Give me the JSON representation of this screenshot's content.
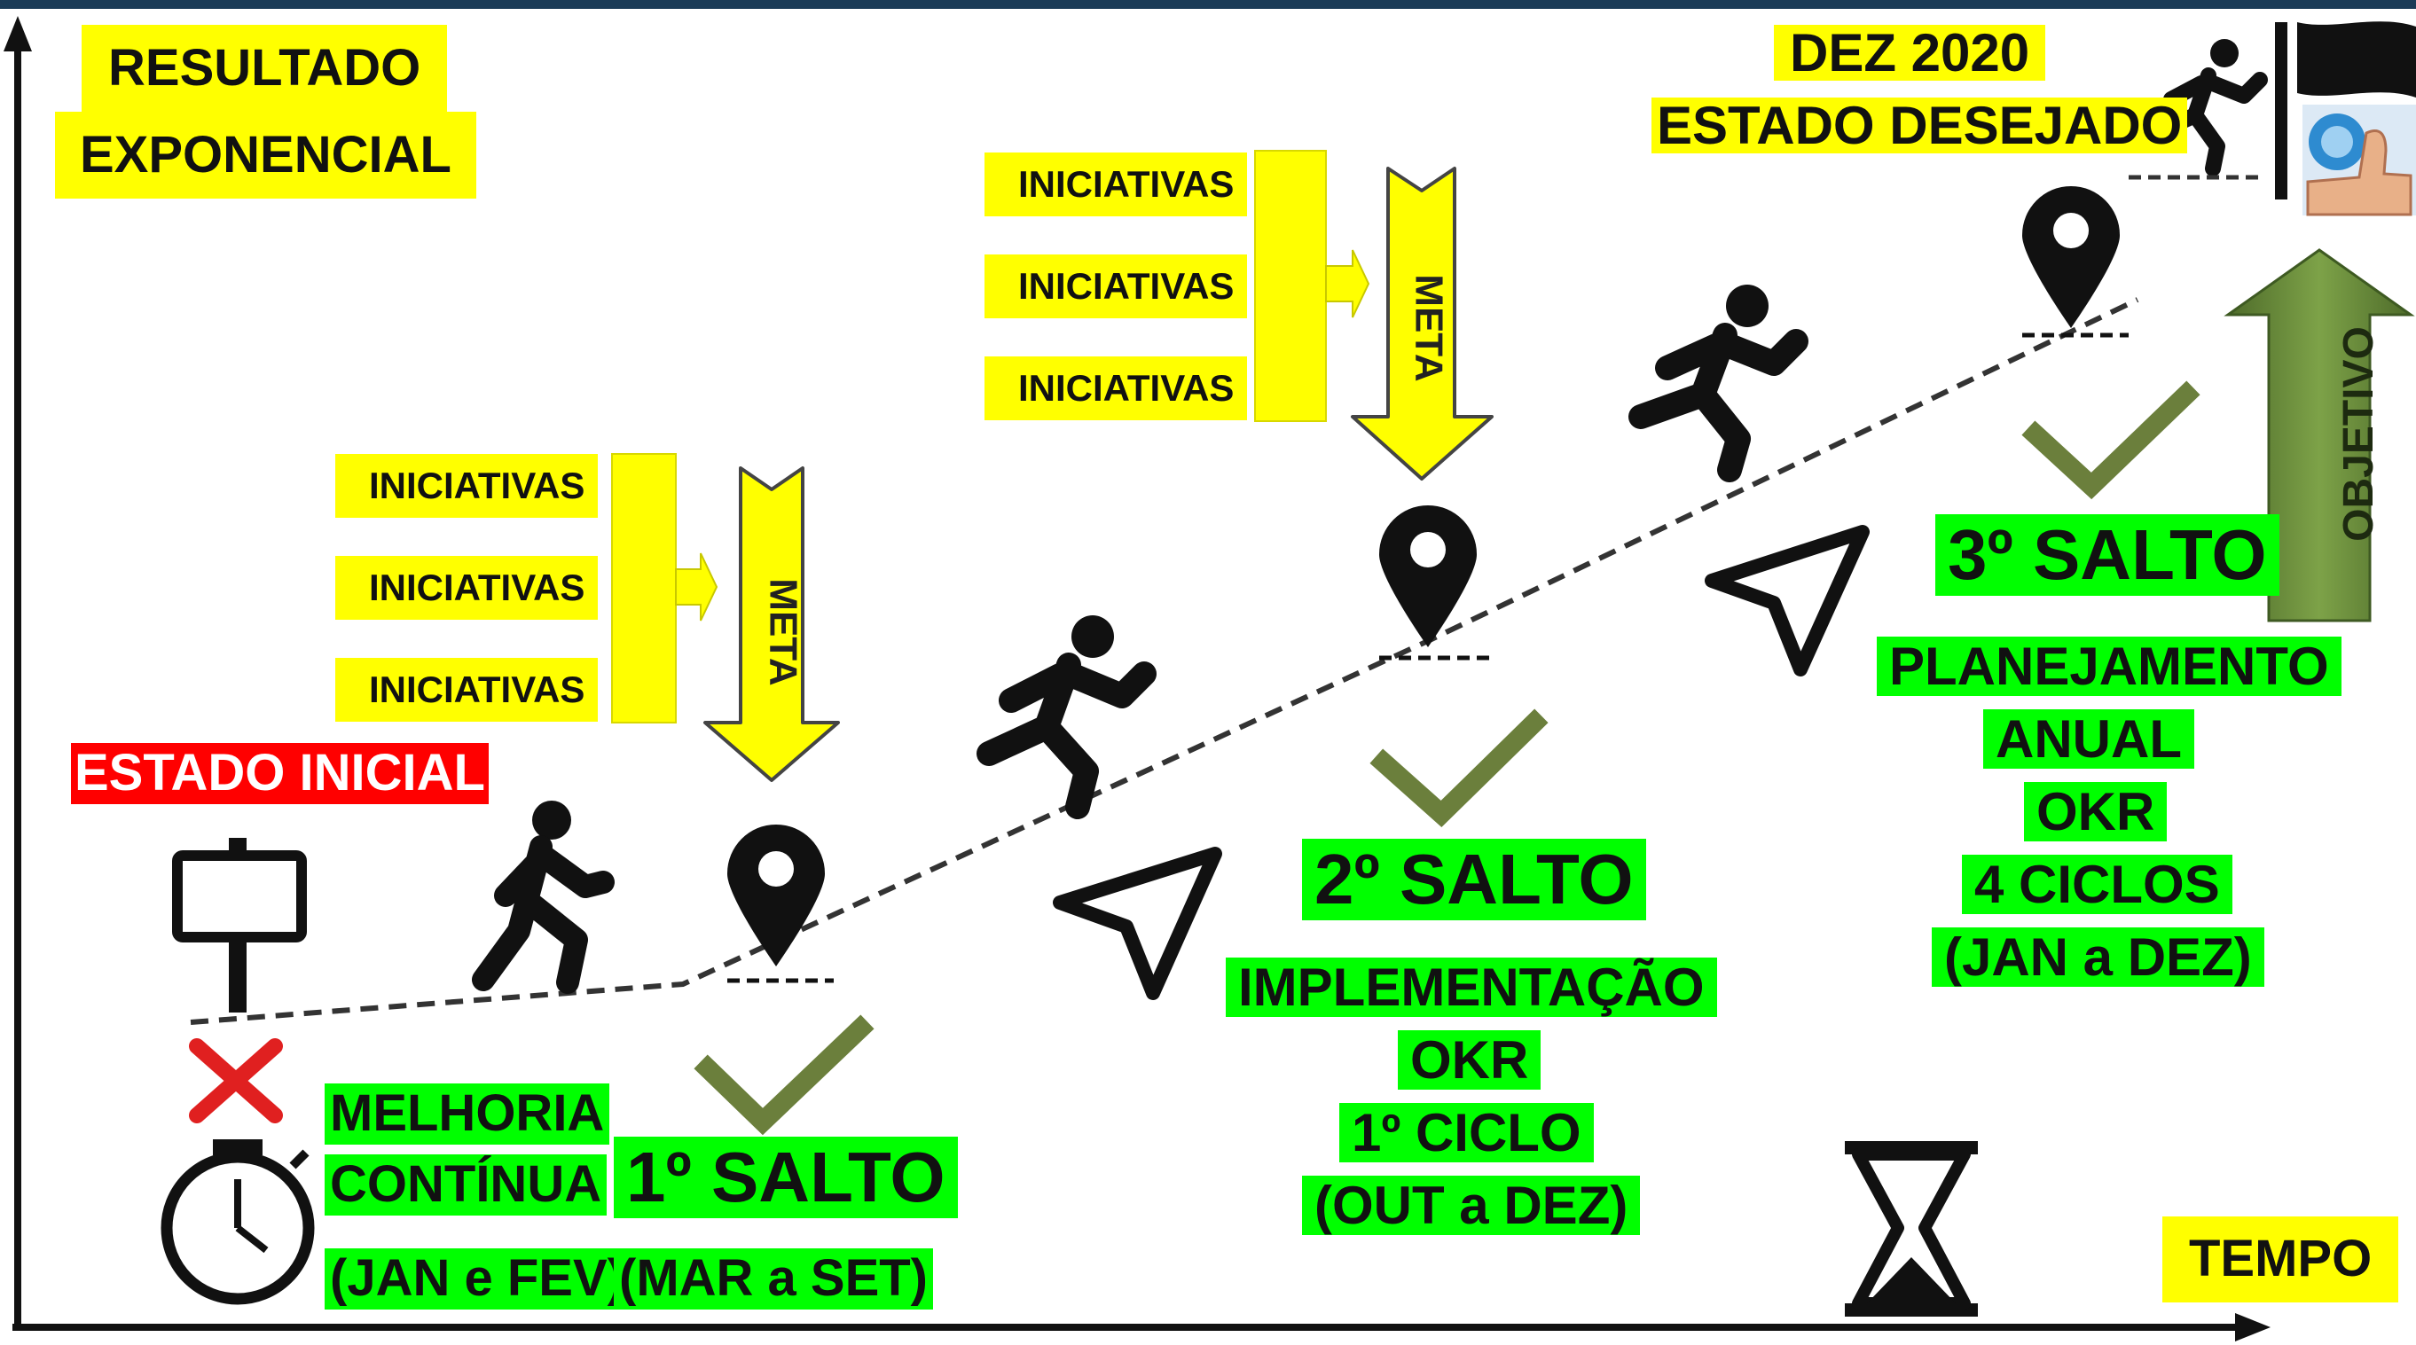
{
  "colors": {
    "highlight_yellow": "#ffff00",
    "highlight_green": "#00ff00",
    "alert_red": "#ff0000",
    "arrow_green": "#6b8e3a",
    "check_green": "#6b7f3c"
  },
  "axis": {
    "y_label_line1": "RESULTADO",
    "y_label_line2": "EXPONENCIAL",
    "x_label": "TEMPO"
  },
  "goal": {
    "date": "DEZ 2020",
    "label": "ESTADO DESEJADO",
    "objective": "OBJETIVO"
  },
  "start": {
    "label": "ESTADO INICIAL"
  },
  "phase0": {
    "title_line1": "MELHORIA",
    "title_line2": "CONTÍNUA",
    "period": "(JAN e FEV)"
  },
  "phase1": {
    "title": "1º SALTO",
    "period": "(MAR a SET)",
    "initiatives": [
      "INICIATIVAS",
      "INICIATIVAS",
      "INICIATIVAS"
    ],
    "meta": "META"
  },
  "phase2": {
    "title": "2º SALTO",
    "lines": [
      "IMPLEMENTAÇÃO",
      "OKR",
      "1º CICLO",
      "(OUT a DEZ)"
    ],
    "initiatives": [
      "INICIATIVAS",
      "INICIATIVAS",
      "INICIATIVAS"
    ],
    "meta": "META"
  },
  "phase3": {
    "title": "3º SALTO",
    "lines": [
      "PLANEJAMENTO",
      "ANUAL",
      "OKR",
      "4 CICLOS",
      "(JAN a DEZ)"
    ]
  },
  "icons": [
    "signpost-icon",
    "walking-person-icon",
    "running-person-icon",
    "map-pin-icon",
    "send-arrow-icon",
    "checkmark-icon",
    "x-mark-icon",
    "stopwatch-icon",
    "hourglass-icon",
    "flag-icon",
    "thumbs-up-icon"
  ]
}
